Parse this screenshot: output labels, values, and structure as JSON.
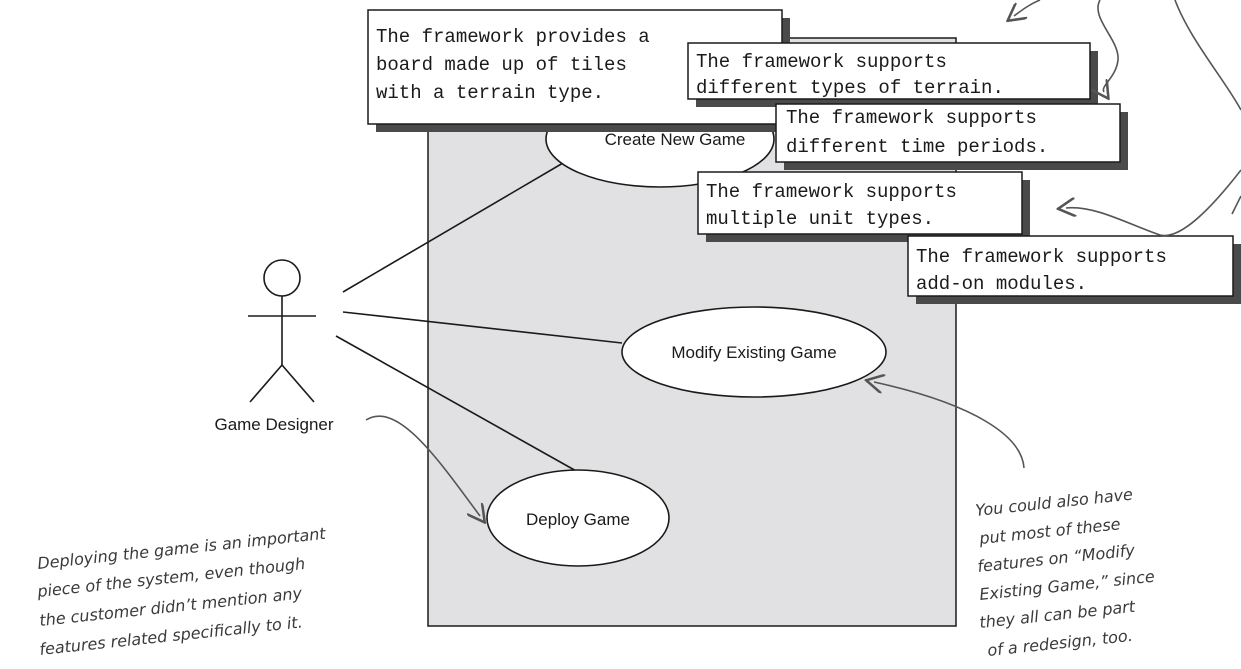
{
  "use_cases": {
    "create": "Create New Game",
    "modify": "Modify Existing Game",
    "deploy": "Deploy Game"
  },
  "actor": {
    "label": "Game Designer"
  },
  "feature_notes": {
    "board": [
      "The framework provides a",
      "board made up of tiles",
      "with a terrain type."
    ],
    "terrain": [
      "The framework supports",
      "different types of terrain."
    ],
    "time": [
      "The framework supports",
      "different time periods."
    ],
    "units": [
      "The framework supports",
      "multiple unit types."
    ],
    "addons": [
      "The framework supports",
      "add-on modules."
    ]
  },
  "annotations": {
    "deploy_note": [
      "Deploying the game is an important",
      "piece of the system, even though",
      "the customer didn’t mention any",
      "features related specifically to it."
    ],
    "modify_note": [
      "You could also have",
      "put most of these",
      "features on “Modify",
      "Existing Game,” since",
      "they all can be part",
      "of a redesign, too."
    ]
  },
  "colors": {
    "system_fill": "#e1e1e3",
    "note_shadow": "#4a4a4a",
    "line": "#1a1a1a",
    "annotation": "#555555"
  }
}
